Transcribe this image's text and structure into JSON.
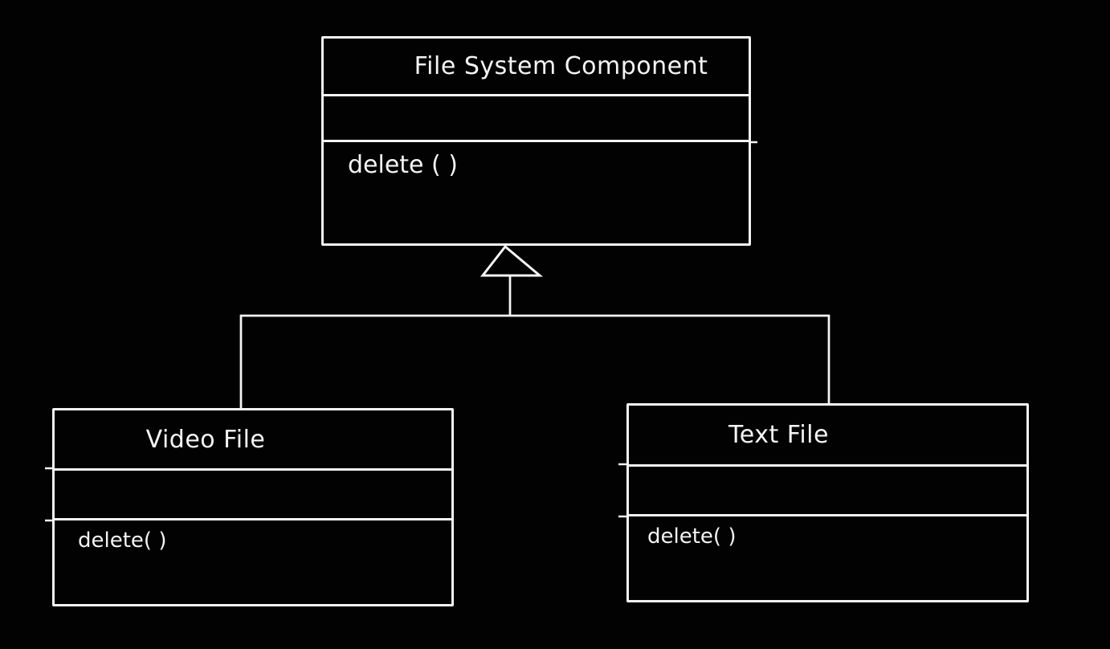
{
  "canvas": {
    "background_color": "#020202",
    "stroke_color": "#f4f4f4"
  },
  "diagram": {
    "type": "uml-class-diagram",
    "style": "hand-drawn",
    "classes": [
      {
        "name": "File System Component",
        "attributes": [],
        "methods": [
          "delete ( )"
        ]
      },
      {
        "name": "Video File",
        "attributes": [],
        "methods": [
          "delete( )"
        ]
      },
      {
        "name": "Text File",
        "attributes": [],
        "methods": [
          "delete( )"
        ]
      }
    ],
    "relationships": [
      {
        "type": "generalization",
        "from": "Video File",
        "to": "File System Component"
      },
      {
        "type": "generalization",
        "from": "Text File",
        "to": "File System Component"
      }
    ]
  }
}
